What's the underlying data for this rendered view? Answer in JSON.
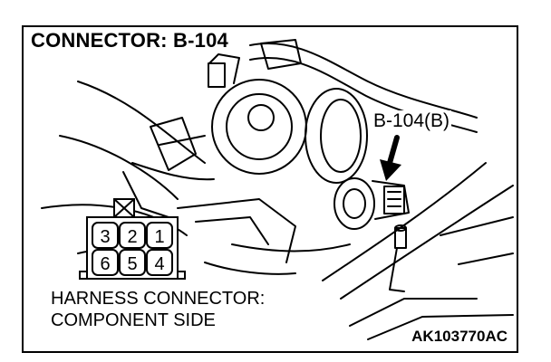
{
  "title": "CONNECTOR: B-104",
  "callout_label": "B-104(B)",
  "caption_line1": "HARNESS CONNECTOR:",
  "caption_line2": "COMPONENT SIDE",
  "figure_code": "AK103770AC",
  "connector": {
    "top_row": [
      "3",
      "2",
      "1"
    ],
    "bottom_row": [
      "6",
      "5",
      "4"
    ],
    "latch": "crossed-box"
  }
}
